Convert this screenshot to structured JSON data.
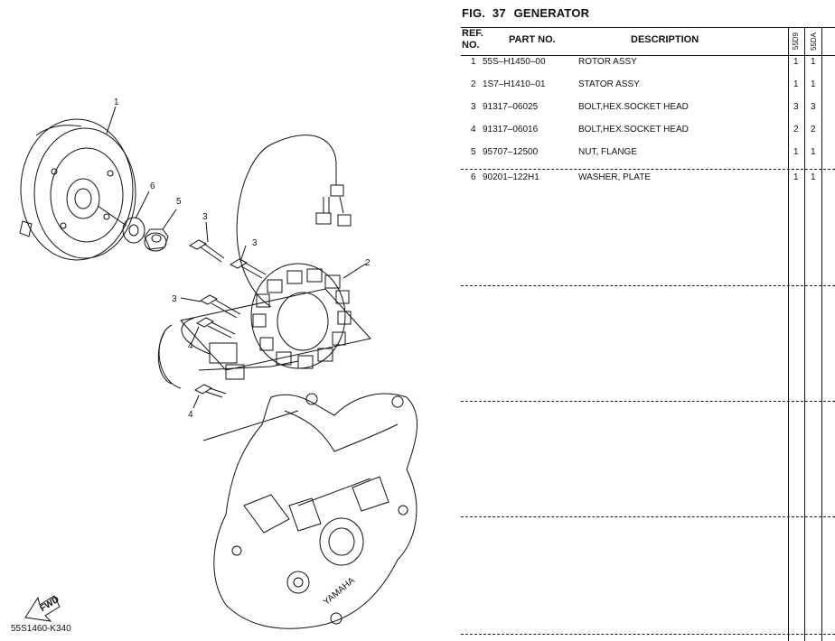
{
  "figure": {
    "label": "FIG.",
    "number": "37",
    "title": "GENERATOR",
    "diagram_code": "55S1460-K340",
    "fwd_label": "FWD",
    "brand_text": "YAMAHA"
  },
  "table": {
    "headers": {
      "ref_line1": "REF.",
      "ref_line2": "NO.",
      "part_no": "PART NO.",
      "description": "DESCRIPTION",
      "col_a": "55D9",
      "col_b": "55DA"
    },
    "rows": [
      {
        "ref": "1",
        "part_no": "55S–H1450–00",
        "description": "ROTOR ASSY",
        "qty_a": "1",
        "qty_b": "1"
      },
      {
        "ref": "2",
        "part_no": "1S7–H1410–01",
        "description": "STATOR ASSY",
        "qty_a": "1",
        "qty_b": "1"
      },
      {
        "ref": "3",
        "part_no": "91317–06025",
        "description": "BOLT,HEX.SOCKET HEAD",
        "qty_a": "3",
        "qty_b": "3"
      },
      {
        "ref": "4",
        "part_no": "91317–06016",
        "description": "BOLT,HEX.SOCKET HEAD",
        "qty_a": "2",
        "qty_b": "2"
      },
      {
        "ref": "5",
        "part_no": "95707–12500",
        "description": "NUT, FLANGE",
        "qty_a": "1",
        "qty_b": "1"
      },
      {
        "ref": "6",
        "part_no": "90201–122H1",
        "description": "WASHER, PLATE",
        "qty_a": "1",
        "qty_b": "1"
      }
    ]
  },
  "callouts": {
    "rotor": "1",
    "stator": "2",
    "bolt3a": "3",
    "bolt3b": "3",
    "bolt3c": "3",
    "bolt4a": "4",
    "bolt4b": "4",
    "nut": "5",
    "washer": "6"
  }
}
